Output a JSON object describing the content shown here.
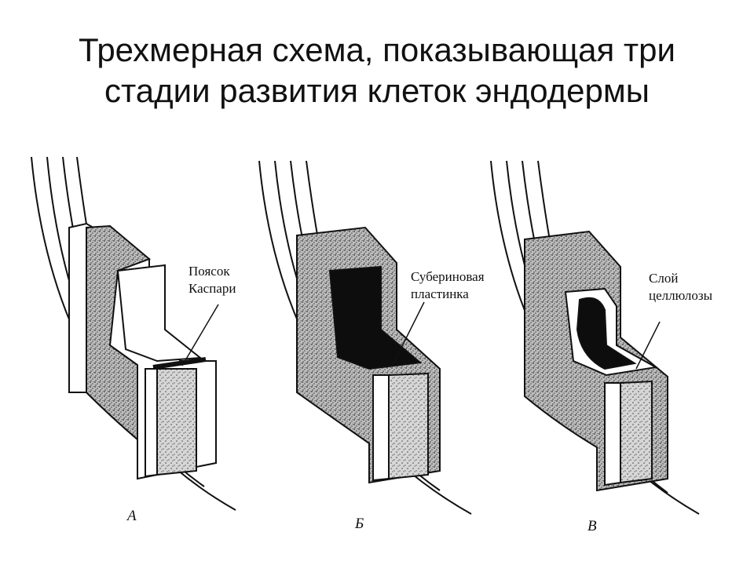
{
  "title": {
    "line1": "Трехмерная схема, показывающая три",
    "line2": "стадии развития клеток эндодермы"
  },
  "stages": [
    {
      "letter": "А",
      "label_line1": "Поясок",
      "label_line2": "Каспари"
    },
    {
      "letter": "Б",
      "label_line1": "Субериновая",
      "label_line2": "пластинка"
    },
    {
      "letter": "В",
      "label_line1": "Слой",
      "label_line2": "целлюлозы"
    }
  ],
  "colors": {
    "ink": "#111111",
    "stipple": "#8a8a8a",
    "suberin": "#0d0d0d"
  }
}
